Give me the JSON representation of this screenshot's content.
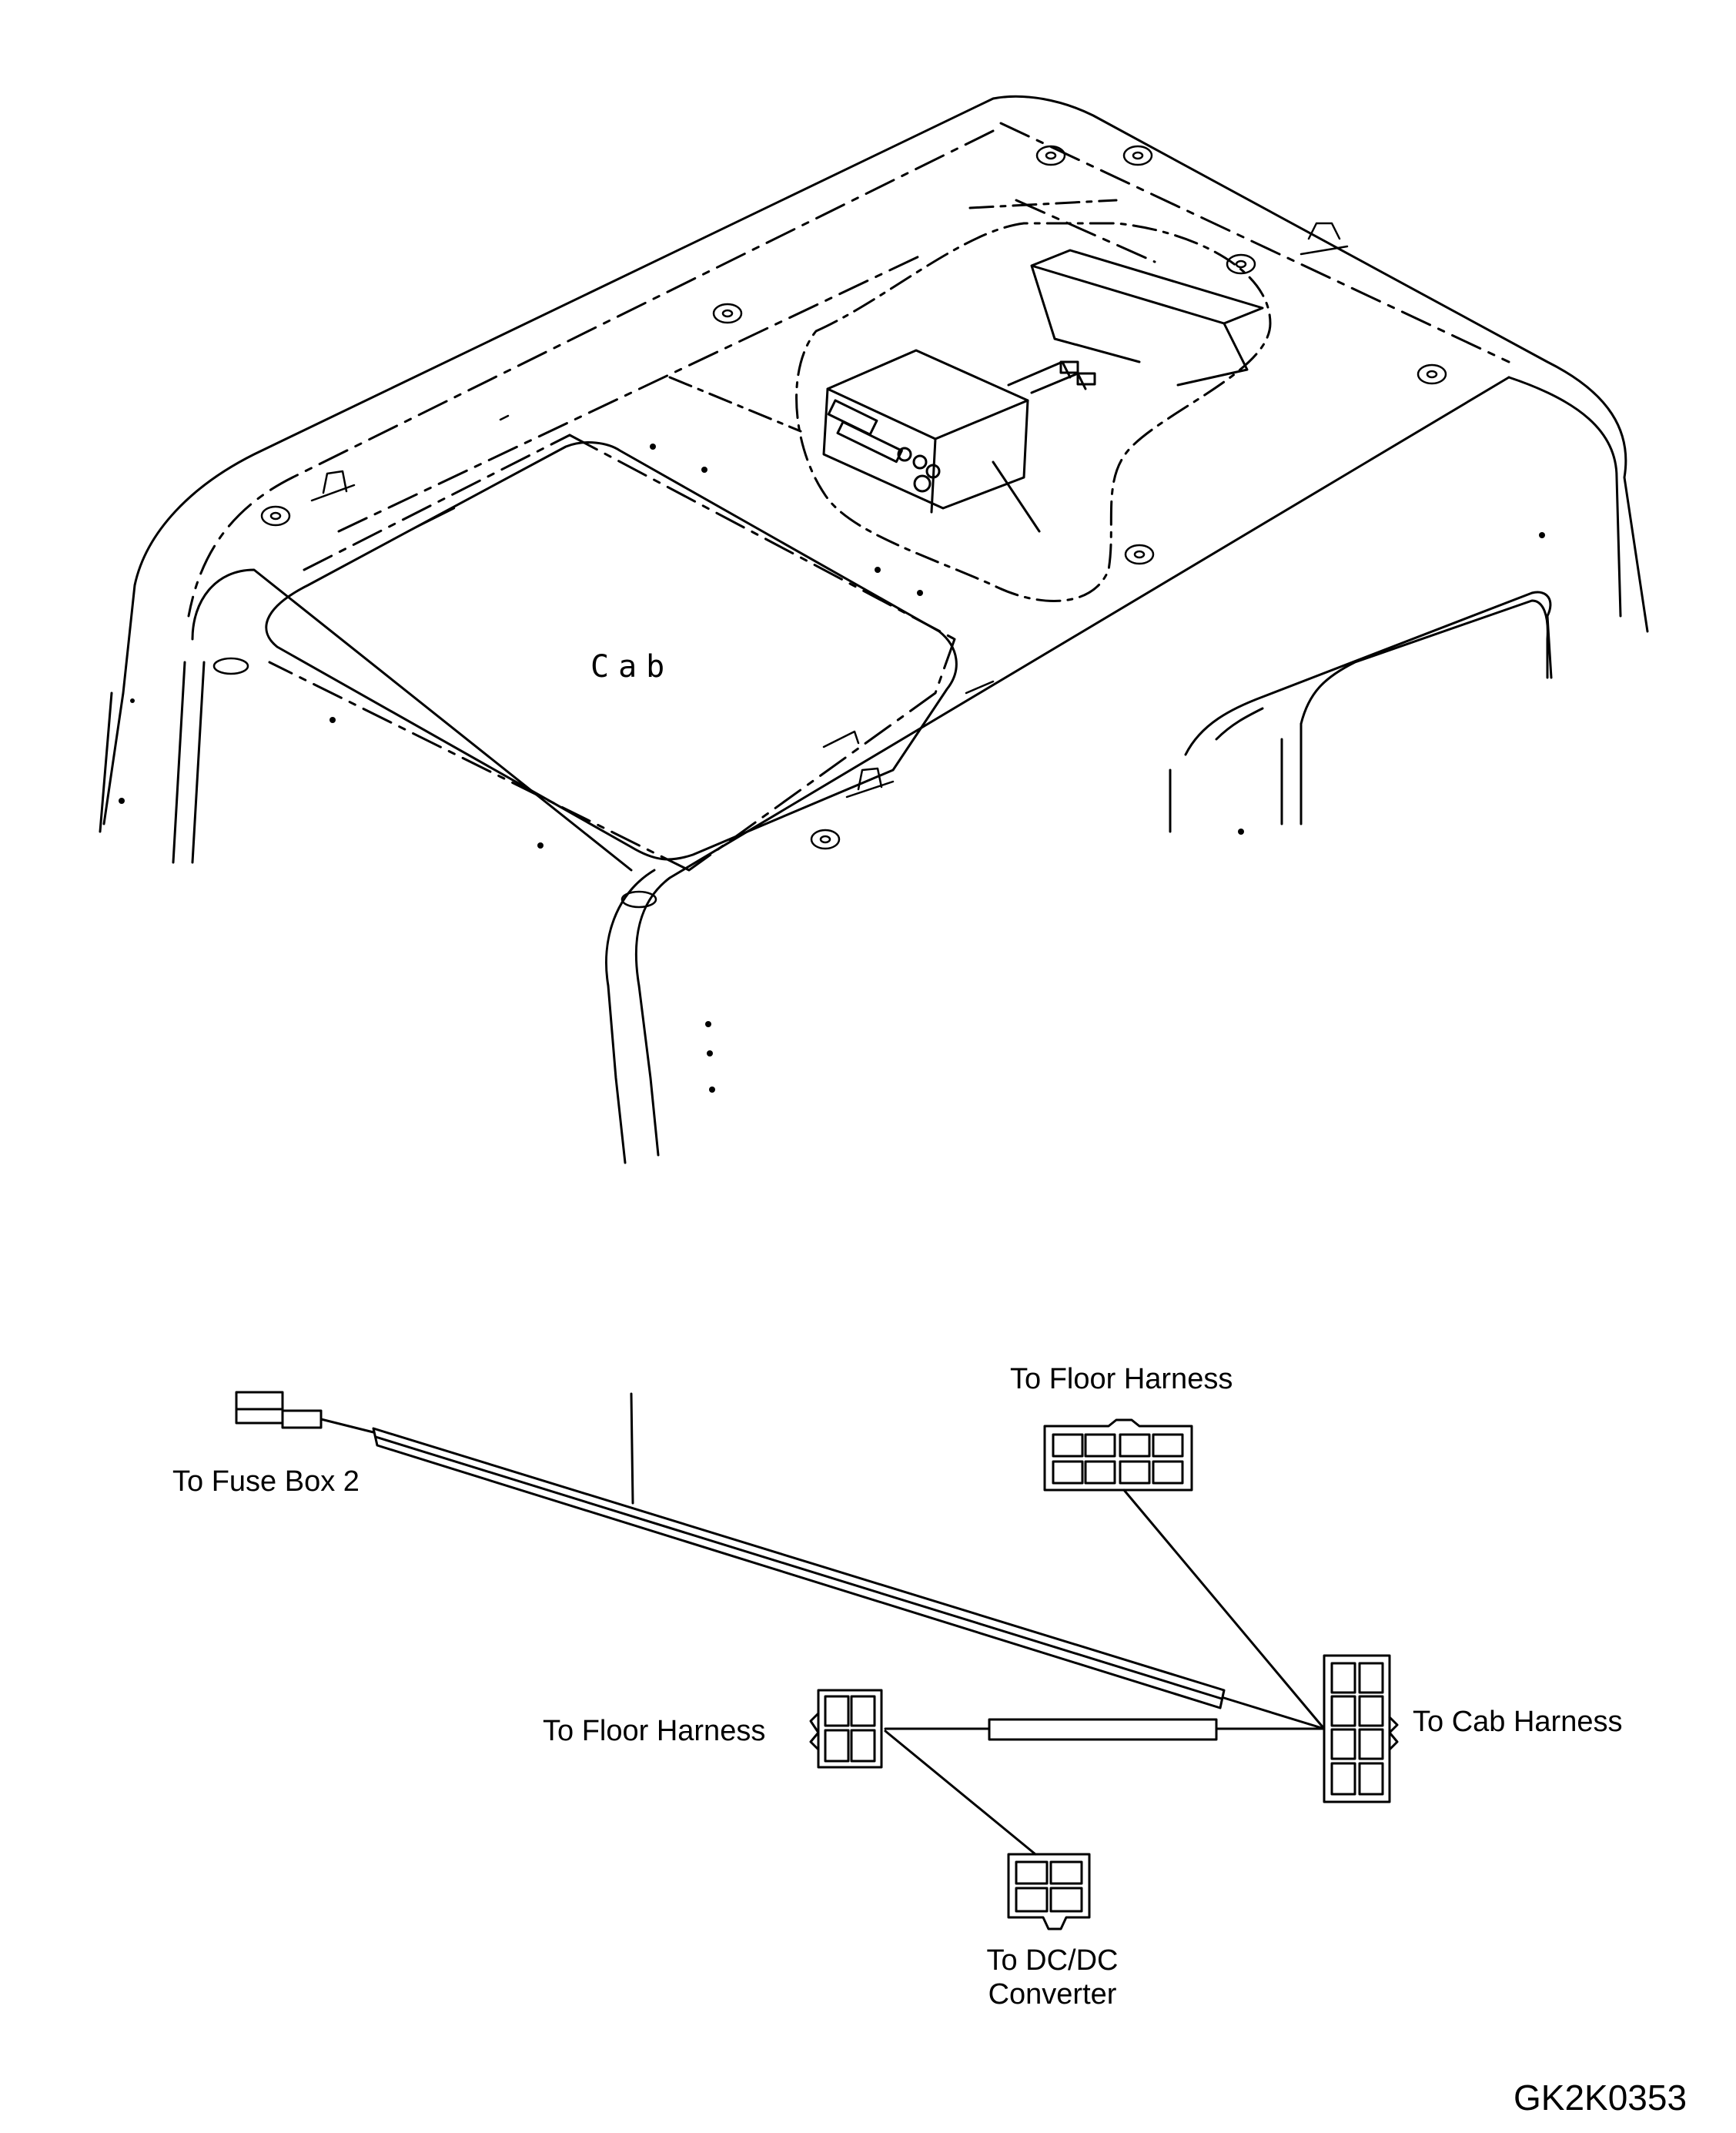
{
  "labels": {
    "cab": "Cab",
    "to_fuse_box": "To Fuse Box 2",
    "to_floor_harness_top": "To Floor Harness",
    "to_floor_harness_left": "To Floor Harness",
    "to_cab_harness": "To Cab Harness",
    "to_dcdc_line1": "To DC/DC",
    "to_dcdc_line2": "Converter"
  },
  "figure_number": "GK2K0353",
  "colors": {
    "line": "#000000",
    "background": "#ffffff"
  }
}
